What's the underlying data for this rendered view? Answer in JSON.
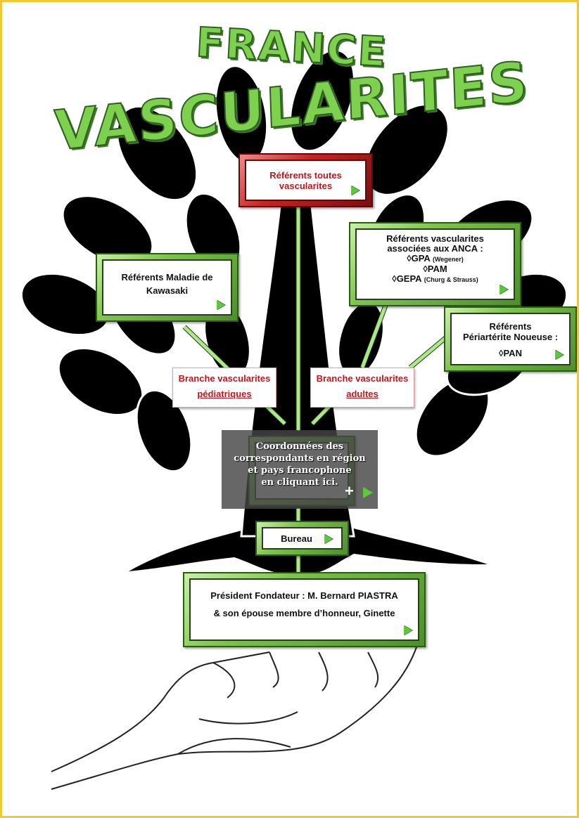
{
  "title": {
    "line1": "FRANCE",
    "line2": "VASCULARITES"
  },
  "nodes": {
    "toutes": {
      "line1": "Référents toutes",
      "line2": "vascularites"
    },
    "kawasaki": {
      "line1": "Référents Maladie de",
      "line2": "Kawasaki"
    },
    "anca": {
      "line1": "Référents vascularites",
      "line2": "associées aux ANCA :",
      "gpa": "◊GPA",
      "gpa_note": "(Wegener)",
      "pam": "◊PAM",
      "gepa": "◊GEPA",
      "gepa_note": "(Churg & Strauss)"
    },
    "pan": {
      "line1": "Référents",
      "line2": "Périartérite Noueuse :",
      "line3": "◊PAN"
    },
    "pediatric": {
      "line1": "Branche vascularites",
      "line2": "pédiatriques"
    },
    "adult": {
      "line1": "Branche vascularites",
      "line2": "adultes"
    },
    "correspondants": {
      "line1": "Coordonnées des",
      "line2": "correspondants en région",
      "line3": "et pays francophone",
      "line4": "en cliquant ici.",
      "plus": "+"
    },
    "bureau": {
      "label": "Bureau"
    },
    "president": {
      "line1": "Président Fondateur : M. Bernard PIASTRA",
      "line2": "& son épouse membre d’honneur, Ginette"
    }
  },
  "colors": {
    "green": "#7dc24e",
    "red": "#c62424",
    "trunk": "#000000",
    "border": "#f0c830"
  }
}
